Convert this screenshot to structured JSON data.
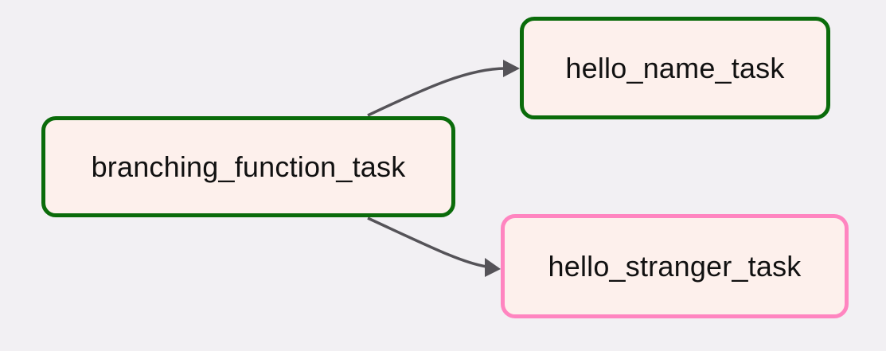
{
  "colors": {
    "background": "#f2f0f3",
    "node_fill": "#fdf0ec",
    "success_border": "#0a6b0a",
    "skipped_border": "#ff85c0",
    "edge": "#555358"
  },
  "nodes": [
    {
      "id": "branching_function_task",
      "label": "branching_function_task",
      "state": "success"
    },
    {
      "id": "hello_name_task",
      "label": "hello_name_task",
      "state": "success"
    },
    {
      "id": "hello_stranger_task",
      "label": "hello_stranger_task",
      "state": "skipped"
    }
  ],
  "edges": [
    {
      "from": "branching_function_task",
      "to": "hello_name_task"
    },
    {
      "from": "branching_function_task",
      "to": "hello_stranger_task"
    }
  ]
}
